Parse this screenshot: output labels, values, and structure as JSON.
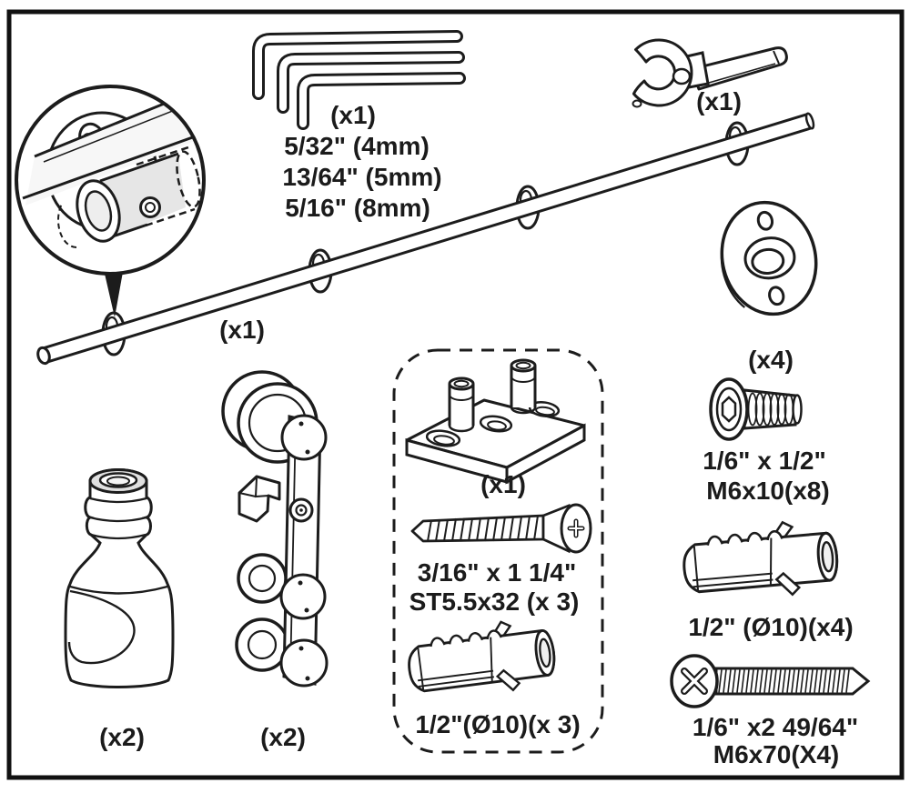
{
  "diagram": {
    "background": "#ffffff",
    "line_color": "#1c1c1c",
    "frame_color": "#111111"
  },
  "parts": {
    "allen_wrenches": {
      "qty": "(x1)",
      "size_1": "5/32\" (4mm)",
      "size_2": "13/64\" (5mm)",
      "size_3": "5/16\" (8mm)"
    },
    "spanner_wrench": {
      "qty": "(x1)"
    },
    "rail": {
      "qty": "(x1)"
    },
    "wall_spacer": {
      "qty": "(x4)"
    },
    "connecting_bolt": {
      "size": "1/6\" x 1/2\"",
      "spec": "M6x10(x8)"
    },
    "wall_anchor": {
      "size": "1/2\" (Ø10)(x4)"
    },
    "mounting_screw": {
      "size": "1/6\" x2 49/64\"",
      "spec": "M6x70(X4)"
    },
    "door_stopper": {
      "qty": "(x2)"
    },
    "roller_hanger": {
      "qty": "(x2)"
    },
    "floor_guide_kit": {
      "floor_guide": {
        "qty": "(x1)"
      },
      "guide_screw": {
        "size": "3/16\" x 1 1/4\"",
        "spec": "ST5.5x32 (x 3)"
      },
      "guide_anchor": {
        "size": "1/2\"(Ø10)(x 3)"
      }
    }
  }
}
